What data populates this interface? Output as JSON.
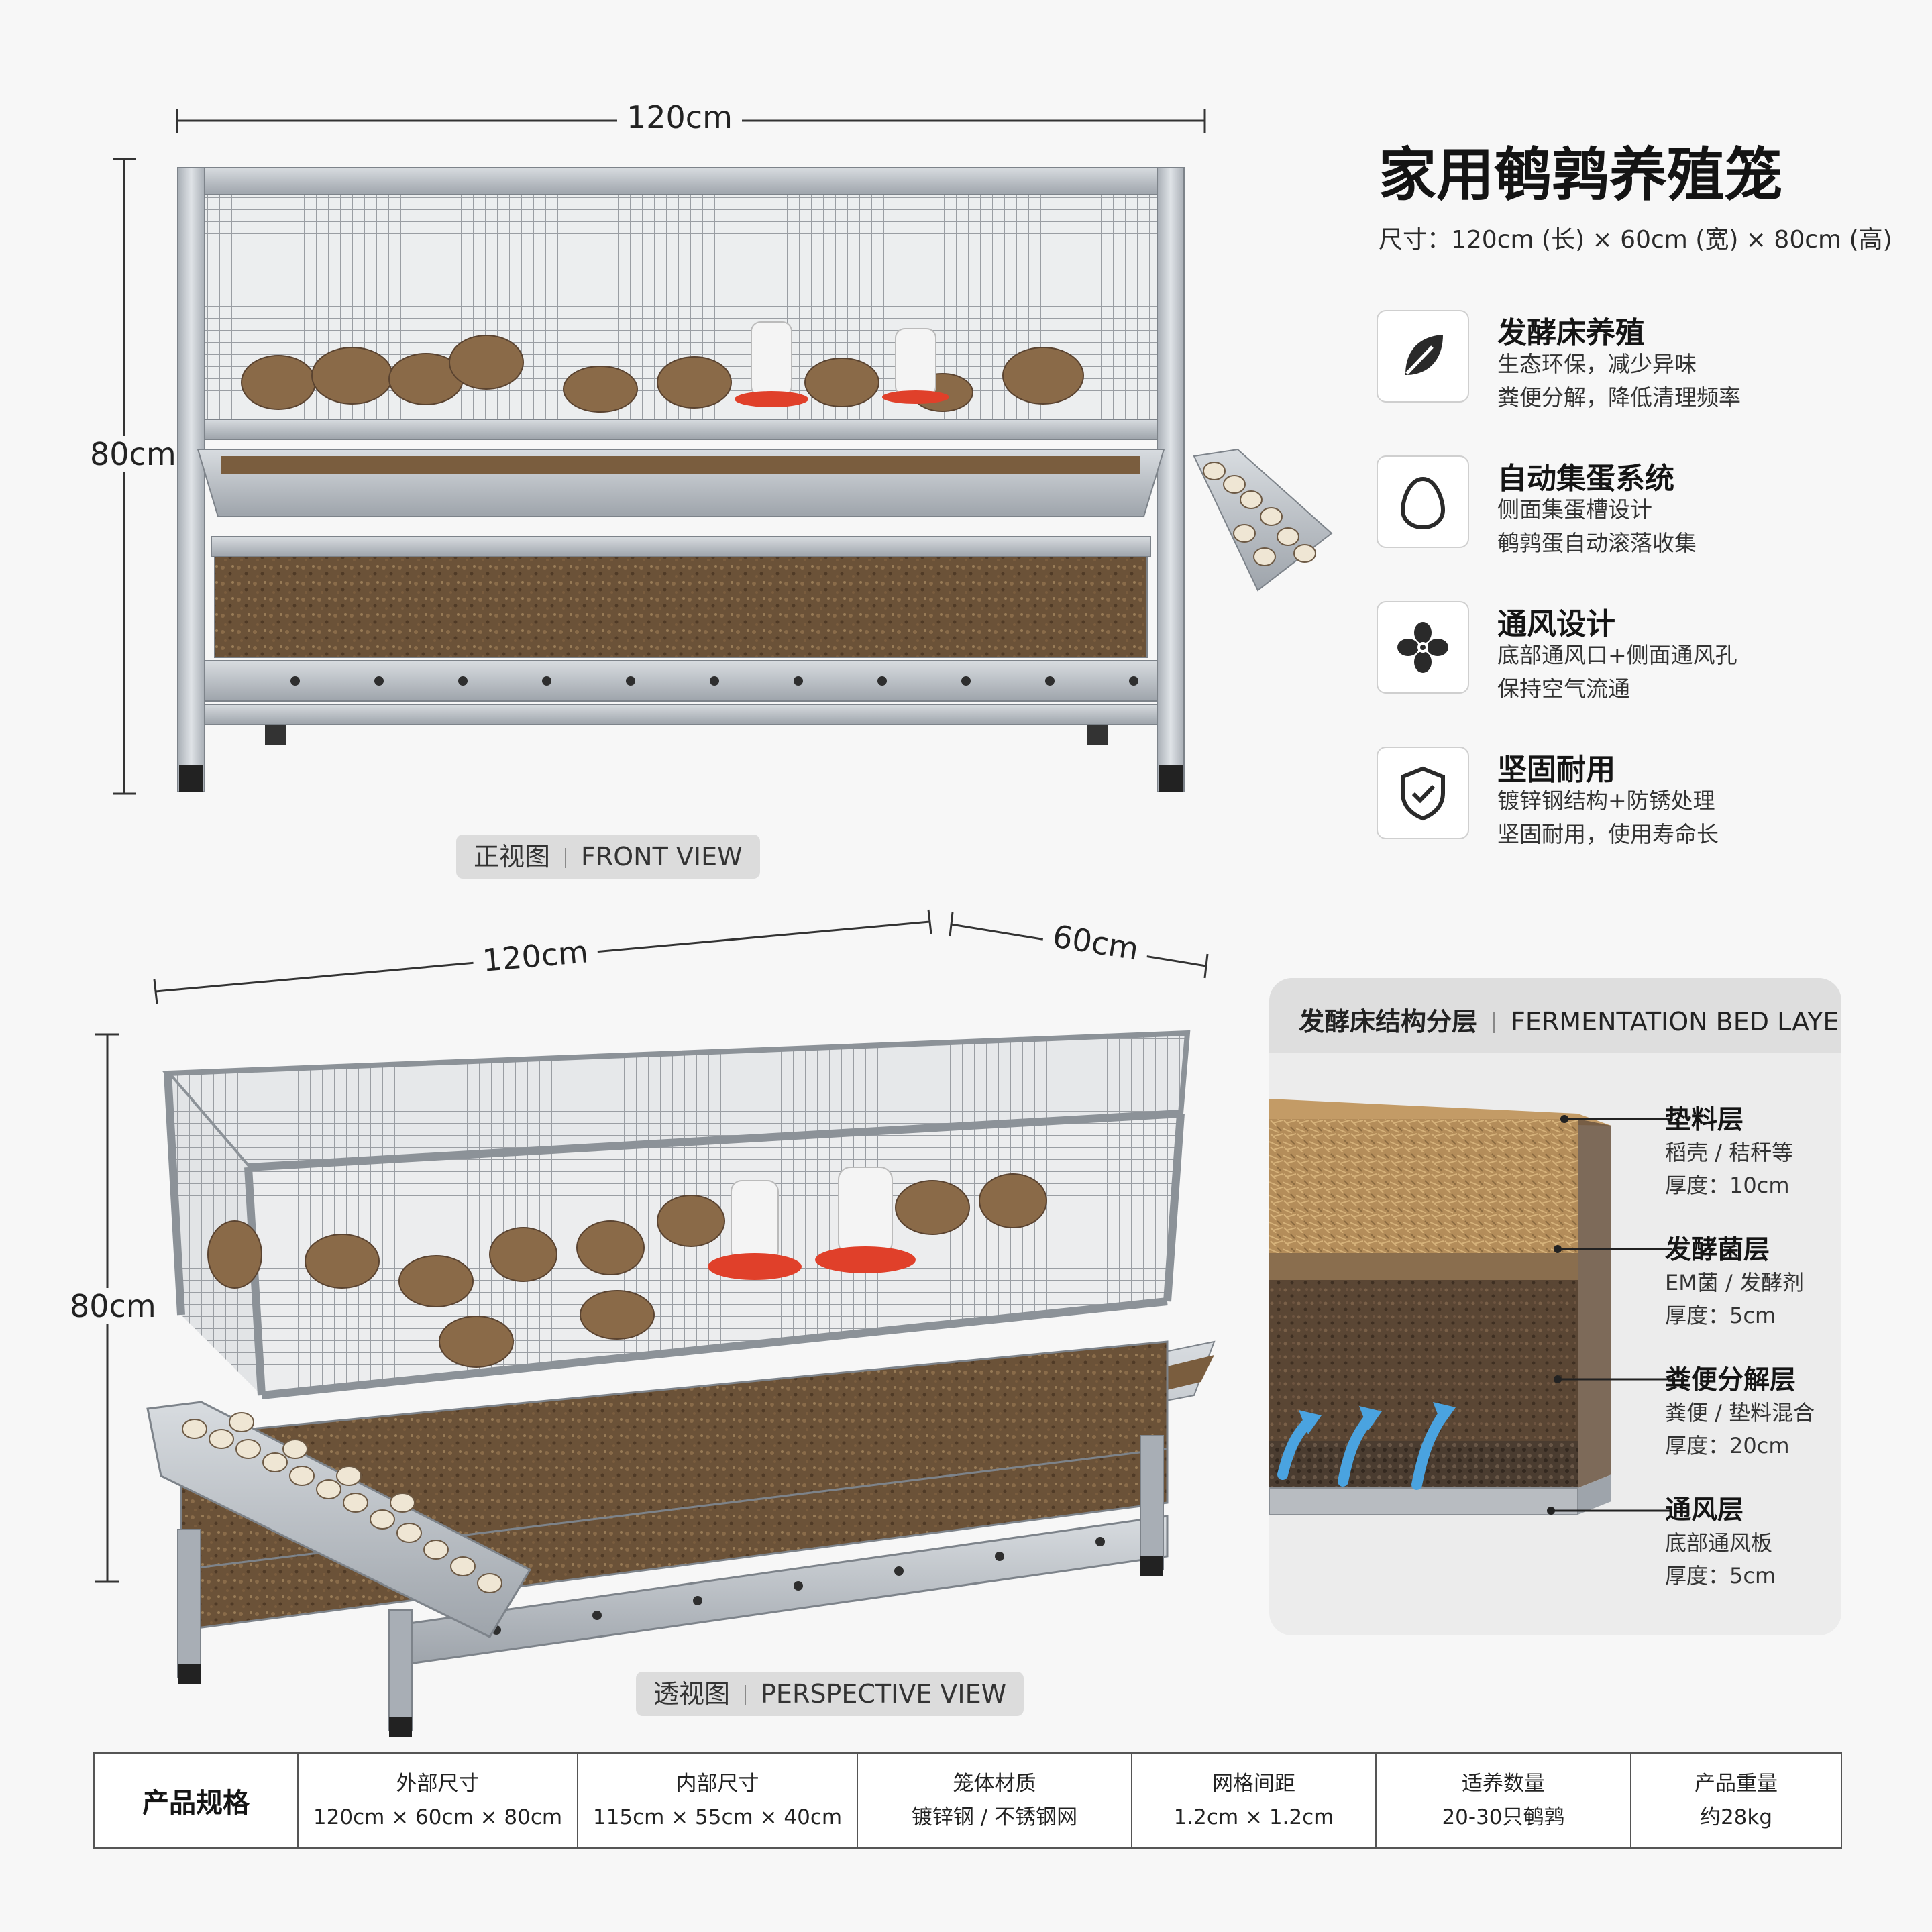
{
  "title": "家用鹌鹑养殖笼",
  "size_line": "尺寸：120cm (长) × 60cm (宽) × 80cm (高)",
  "front_view": {
    "width_label": "120cm",
    "height_label": "80cm",
    "label_cn": "正视图",
    "label_en": "FRONT VIEW"
  },
  "perspective_view": {
    "length_label": "120cm",
    "depth_label": "60cm",
    "height_label": "80cm",
    "label_cn": "透视图",
    "label_en": "PERSPECTIVE VIEW"
  },
  "features": [
    {
      "icon": "leaf-icon",
      "title": "发酵床养殖",
      "line1": "生态环保，减少异味",
      "line2": "粪便分解，降低清理频率"
    },
    {
      "icon": "egg-icon",
      "title": "自动集蛋系统",
      "line1": "侧面集蛋槽设计",
      "line2": "鹌鹑蛋自动滚落收集"
    },
    {
      "icon": "fan-icon",
      "title": "通风设计",
      "line1": "底部通风口+侧面通风孔",
      "line2": "保持空气流通"
    },
    {
      "icon": "shield-check-icon",
      "title": "坚固耐用",
      "line1": "镀锌钢结构+防锈处理",
      "line2": "坚固耐用，使用寿命长"
    }
  ],
  "layers_panel": {
    "header_cn": "发酵床结构分层",
    "header_en": "FERMENTATION BED LAYERS",
    "layers": [
      {
        "name": "垫料层",
        "line1": "稻壳 / 秸秆等",
        "line2": "厚度：10cm"
      },
      {
        "name": "发酵菌层",
        "line1": "EM菌 / 发酵剂",
        "line2": "厚度：5cm"
      },
      {
        "name": "粪便分解层",
        "line1": "粪便 / 垫料混合",
        "line2": "厚度：20cm"
      },
      {
        "name": "通风层",
        "line1": "底部通风板",
        "line2": "厚度：5cm"
      }
    ]
  },
  "spec_table": {
    "header": "产品规格",
    "columns": [
      {
        "label": "外部尺寸",
        "value": "120cm × 60cm × 80cm"
      },
      {
        "label": "内部尺寸",
        "value": "115cm × 55cm × 40cm"
      },
      {
        "label": "笼体材质",
        "value": "镀锌钢 / 不锈钢网"
      },
      {
        "label": "网格间距",
        "value": "1.2cm × 1.2cm"
      },
      {
        "label": "适养数量",
        "value": "20-30只鹌鹑"
      },
      {
        "label": "产品重量",
        "value": "约28kg"
      }
    ]
  },
  "colors": {
    "background": "#f7f7f7",
    "steel": "#b9bec4",
    "substrate": "#6b5238",
    "feeder_red": "#e0402a",
    "airflow_blue": "#4aa3e0"
  }
}
